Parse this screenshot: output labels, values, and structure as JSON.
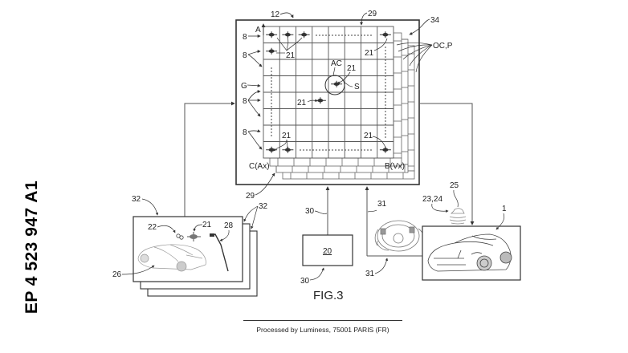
{
  "document": {
    "publication_number": "EP 4 523 947 A1",
    "figure_caption": "FIG.3",
    "footer": "Processed by Luminess, 75001 PARIS (FR)"
  },
  "figure": {
    "grid": {
      "columns": 8,
      "rows": 8,
      "corner_labels": {
        "top_left": "A",
        "bottom_left": "C(Ax)",
        "bottom_right": "B(Vx)"
      },
      "brick_layers": 3
    },
    "reference_labels": {
      "frame": "12",
      "grid_top": "29",
      "grid_bottom": "29",
      "layers": "34",
      "layers_oc": "OC,P",
      "row_marker": "8",
      "group": "G",
      "marker": "21",
      "active_cell": "AC",
      "selected": "S",
      "cards": "32",
      "card_icon_a": "22",
      "card_marker": "21",
      "card_tool": "28",
      "card_car": "26",
      "controller_link": "30",
      "controller_link_bottom": "30",
      "controller": "20",
      "wheel_link": "31",
      "wheel_link_bottom": "31",
      "sensor_group": "23,24",
      "sensor": "25",
      "vehicle": "1"
    }
  }
}
